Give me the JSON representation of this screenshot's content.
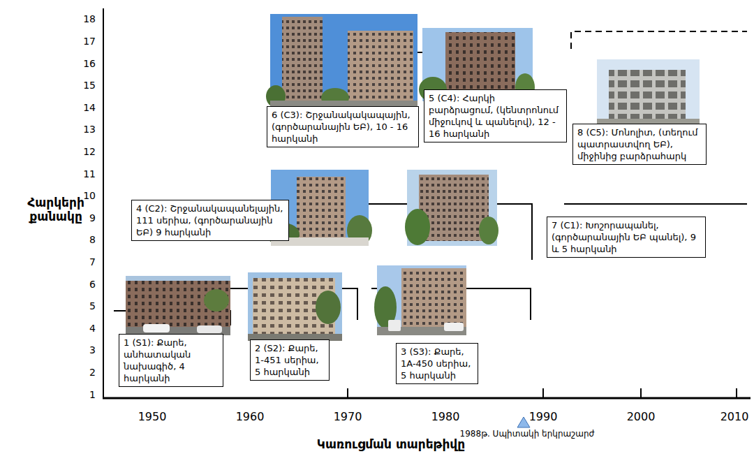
{
  "diagram": {
    "nodes": [
      {
        "text": [
          "1 (S1): Քարե, անհատական նախագիծ, 4 հարկանի"
        ]
      },
      {
        "text": [
          "2 (S2): Քարե, 1-451 սերիա, 5 հարկանի"
        ]
      },
      {
        "text": [
          "3 (S3): Քարե, 1A-450 սերիա, 5 հարկանի"
        ]
      },
      {
        "text": [
          "4 (C2): Շրջանակապանելային, 111 սերիա, (գործարանային ԵԲ) 9 հարկանի"
        ]
      },
      {
        "text": [
          "5 (C4): Հարկի բարձրացում, (կենտրոնում միջուկով և պանելով), 12 - 16 հարկանի"
        ]
      },
      {
        "text": [
          "6 (C3): Շրջանակակապային, (գործարանային ԵԲ), 10 - 16 հարկանի"
        ]
      },
      {
        "text": [
          "7 (C1): Խոշորապանել, (գործարանային ԵԲ պանել), 9 և 5 հարկանի"
        ]
      },
      {
        "text": [
          "8 (C5): Մոնոլիտ, (տեղում պատրաստվող ԵԲ), միջինից բարձրահարկ"
        ]
      }
    ],
    "labels": [
      "Հարկերի քանակը",
      "Կառուցման տարեթիվը",
      "1988թ. Սպիտակի երկրաշարժ",
      "1",
      "2",
      "3",
      "4",
      "5",
      "6",
      "7",
      "8",
      "9",
      "10",
      "11",
      "12",
      "13",
      "14",
      "15",
      "16",
      "17",
      "18",
      "1950",
      "1960",
      "1970",
      "1980",
      "1990",
      "2000",
      "2010"
    ]
  }
}
